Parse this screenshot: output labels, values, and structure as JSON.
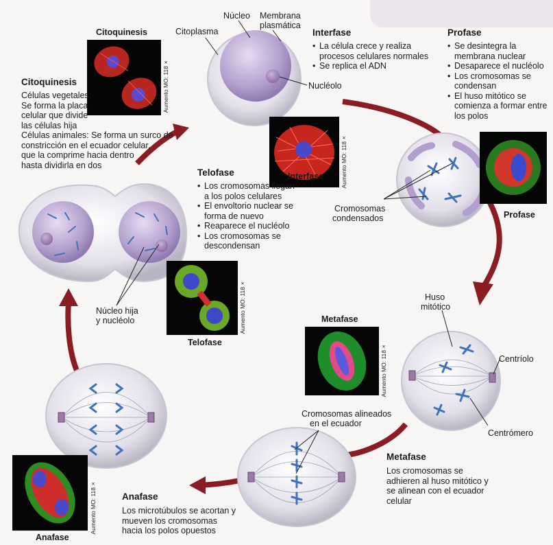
{
  "stages": {
    "interfase": {
      "title": "Interfase",
      "bullets": [
        "La célula crece y realiza procesos celulares normales",
        "Se replica el ADN"
      ],
      "photo_caption": "Interfase",
      "magnification": "Aumento MO: 118×"
    },
    "profase": {
      "title": "Profase",
      "bullets": [
        "Se desintegra la membrana nuclear",
        "Desaparece el nucléolo",
        "Los cromosomas se condensan",
        "El huso mitótico se comienza a formar entre los polos"
      ],
      "photo_caption": "Profase"
    },
    "metafase": {
      "title": "Metafase",
      "description": "Los cromosomas se adhieren al huso mitótico y se alinean con el ecuador celular",
      "photo_caption": "Metafase",
      "magnification": "Aumento MO: 118×"
    },
    "anafase": {
      "title": "Anafase",
      "description": "Los microtúbulos se acortan y mueven los cromosomas hacia los polos opuestos",
      "photo_caption": "Anafase",
      "magnification": "Aumento MO: 118×"
    },
    "telofase": {
      "title": "Telofase",
      "bullets": [
        "Los cromosomas llegan a los polos celulares",
        "El envoltorio nuclear se forma de nuevo",
        "Reaparece el nucléolo",
        "Los cromosomas se descondensan"
      ],
      "photo_caption": "Telofase",
      "magnification": "Aumento MO: 118×"
    },
    "citoquinesis": {
      "title": "Citoquinesis",
      "description_lines": [
        "Células vegetales:",
        "Se forma la placa",
        "celular que divide",
        "las células hija",
        "Células animales: Se forma un surco de",
        "constricción en el ecuador celular,",
        "que la comprime hacia dentro",
        "hasta dividirla en dos"
      ],
      "photo_caption": "Citoquinesis",
      "magnification": "Aumento MO: 118×"
    }
  },
  "labels": {
    "nucleo": "Núcleo",
    "membrana_1": "Membrana",
    "membrana_2": "plasmática",
    "citoplasma": "Citoplasma",
    "nucleolo": "Nucléolo",
    "cromosomas_1": "Cromosomas",
    "cromosomas_2": "condensados",
    "huso_1": "Huso",
    "huso_2": "mitótico",
    "centriolo": "Centríolo",
    "centromero": "Centrómero",
    "alineados_1": "Cromosomas alineados",
    "alineados_2": "en el ecuador",
    "nucleo_hija_1": "Núcleo hija",
    "nucleo_hija_2": "y nucléolo"
  },
  "colors": {
    "cycle_arrow": "#8a1c24",
    "nucleus": "#b7a6cf",
    "chromosome": "#3f73b8",
    "cell_membrane": "#e6e3ec"
  }
}
